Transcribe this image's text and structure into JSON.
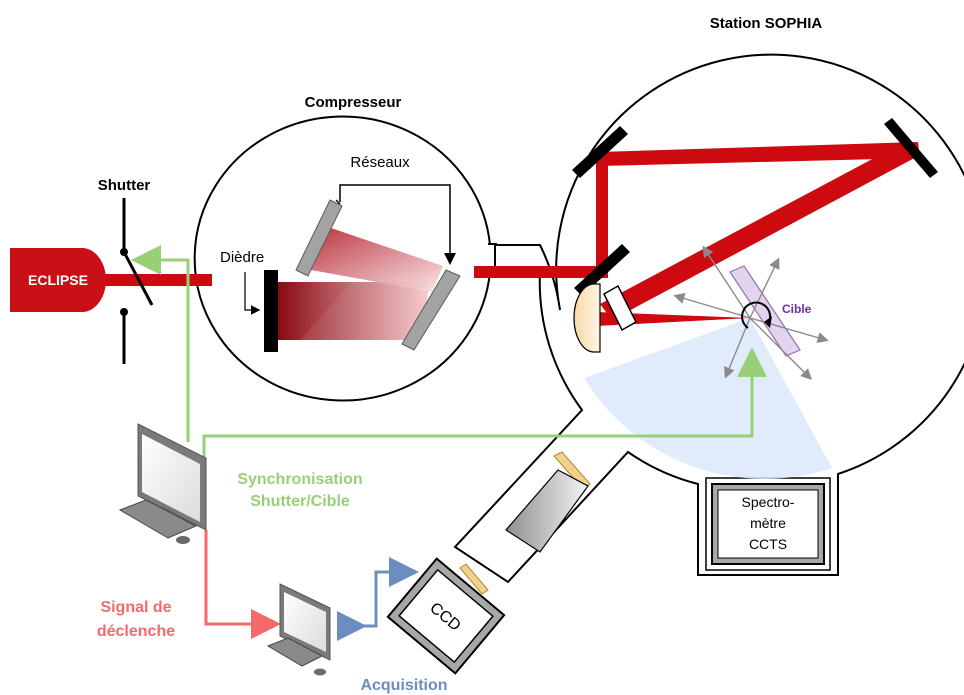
{
  "title_station": "Station SOPHIA",
  "title_compressor": "Compresseur",
  "label_shutter": "Shutter",
  "label_laser": "ECLIPSE",
  "label_gratings": "Réseaux",
  "label_dihedral": "Dièdre",
  "label_target": "Cible",
  "label_spectrometer": {
    "line1": "Spectro-",
    "line2": "mètre",
    "line3": "CCTS"
  },
  "label_ccd": "CCD",
  "label_sync": {
    "line1": "Synchronisation",
    "line2": "Shutter/Cible"
  },
  "label_trigger": {
    "line1": "Signal de",
    "line2": "déclenche"
  },
  "label_acquisition": "Acquisition",
  "colors": {
    "beam": "#cc0a10",
    "sync": "#97d077",
    "trigger": "#f36a6a",
    "acquisition": "#6c8ebf",
    "target": "#6a2fa8",
    "laser_body": "#c81016",
    "emission_fan": "#dae8fc"
  },
  "icons": [
    "computer-icon",
    "keyboard-icon",
    "mouse-icon",
    "mirror-icon",
    "grating-icon",
    "lens-icon",
    "rotation-arrow-icon"
  ]
}
